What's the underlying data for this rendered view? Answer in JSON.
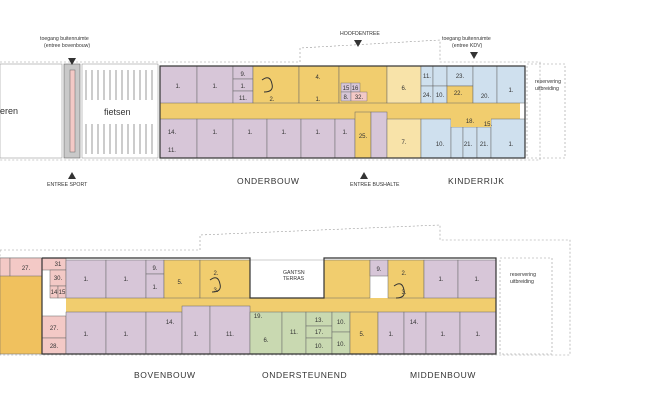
{
  "colors": {
    "purple": "#d7c6d8",
    "yellow": "#f1cd6e",
    "lightyellow": "#f8e3a9",
    "blue": "#cfe0ee",
    "green": "#c9d9b1",
    "pink": "#f3c9c6",
    "orange": "#f0c15e",
    "grey": "#cfcfcf",
    "wall": "#5a5a5a"
  },
  "top": {
    "label_bovenbouw_1": "toegang buitenruimte",
    "label_bovenbouw_2": "(entree bovenbouw)",
    "label_hoofdentree": "HOOFDENTREE",
    "label_kdv_1": "toegang buitenruimte",
    "label_kdv_2": "(entree KDV)",
    "label_reservering_1": "reservering",
    "label_reservering_2": "uitbreiding",
    "label_fietsen": "fietsen",
    "label_left": "eren",
    "label_entree_sport": "ENTREE SPORT",
    "label_entree_bushalte": "ENTREE BUSHALTE",
    "zone_onderbouw": "ONDERBOUW",
    "zone_kinderrijk": "KINDERRIJK",
    "rooms": [
      "1.",
      "1.",
      "9.",
      "1.",
      "11.",
      "2.",
      "4.",
      "1.",
      "14.",
      "11.",
      "15",
      "16",
      "8.",
      "32.",
      "25.",
      "6.",
      "7.",
      "11.",
      "10.",
      "23.",
      "24.",
      "22.",
      "20.",
      "1.",
      "18.",
      "15.",
      "10.",
      "21.",
      "21.",
      "1.",
      "1.",
      "1.",
      "1.",
      "1.",
      "1."
    ]
  },
  "bottom": {
    "label_reservering_1": "reservering",
    "label_reservering_2": "uitbreiding",
    "label_gantsn_1": "GANTSN",
    "label_gantsn_2": "TERRAS",
    "zone_bovenbouw": "BOVENBOUW",
    "zone_ondersteunend": "ONDERSTEUNEND",
    "zone_middenbouw": "MIDDENBOUW",
    "rooms": [
      "27.",
      "31",
      "30.",
      "14",
      "15",
      "1.",
      "1.",
      "9.",
      "1.",
      "2.",
      "3.",
      "5.",
      "27.",
      "28.",
      "1.",
      "1.",
      "14.",
      "1.",
      "11.",
      "19.",
      "6.",
      "11.",
      "13.",
      "17.",
      "10.",
      "10.",
      "10.",
      "9.",
      "2.",
      "3.",
      "1.",
      "1.",
      "1.",
      "5.",
      "14.",
      "1.",
      "1."
    ]
  }
}
